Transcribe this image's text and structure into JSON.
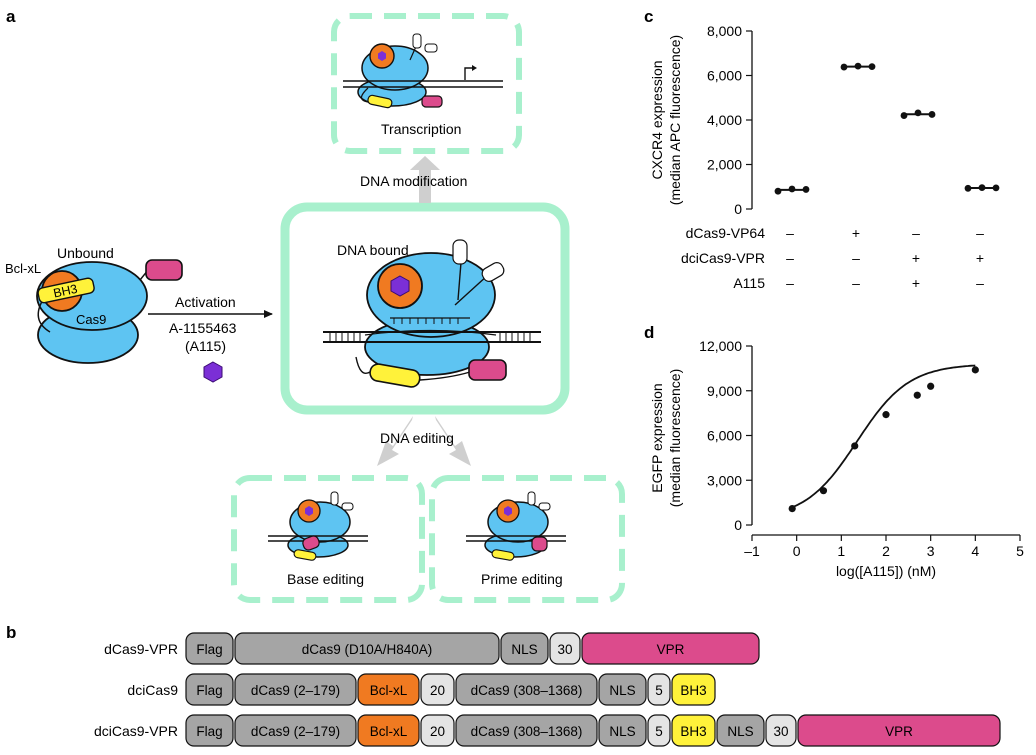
{
  "panels": {
    "a": {
      "letter": "a",
      "unbound_label": "Unbound",
      "bclxl_label": "Bcl-xL",
      "bh3_label": "BH3",
      "cas9_label": "Cas9",
      "activation_label": "Activation",
      "drug_label": "A-1155463",
      "drug_abbr": "(A115)",
      "dna_bound_label": "DNA bound",
      "dna_modification_label": "DNA modification",
      "dna_editing_label": "DNA editing",
      "transcription_label": "Transcription",
      "base_editing_label": "Base editing",
      "prime_editing_label": "Prime editing"
    },
    "b": {
      "letter": "b",
      "constructs": [
        {
          "name": "dCas9-VPR",
          "segments": [
            {
              "label": "Flag",
              "type": "gray"
            },
            {
              "label": "dCas9 (D10A/H840A)",
              "type": "gray"
            },
            {
              "label": "NLS",
              "type": "gray"
            },
            {
              "label": "30",
              "type": "light"
            },
            {
              "label": "VPR",
              "type": "vpr"
            }
          ]
        },
        {
          "name": "dciCas9",
          "segments": [
            {
              "label": "Flag",
              "type": "gray"
            },
            {
              "label": "dCas9 (2–179)",
              "type": "gray"
            },
            {
              "label": "Bcl-xL",
              "type": "bcl"
            },
            {
              "label": "20",
              "type": "light"
            },
            {
              "label": "dCas9 (308–1368)",
              "type": "gray"
            },
            {
              "label": "NLS",
              "type": "gray"
            },
            {
              "label": "5",
              "type": "light"
            },
            {
              "label": "BH3",
              "type": "bh3"
            }
          ]
        },
        {
          "name": "dciCas9-VPR",
          "segments": [
            {
              "label": "Flag",
              "type": "gray"
            },
            {
              "label": "dCas9 (2–179)",
              "type": "gray"
            },
            {
              "label": "Bcl-xL",
              "type": "bcl"
            },
            {
              "label": "20",
              "type": "light"
            },
            {
              "label": "dCas9 (308–1368)",
              "type": "gray"
            },
            {
              "label": "NLS",
              "type": "gray"
            },
            {
              "label": "5",
              "type": "light"
            },
            {
              "label": "BH3",
              "type": "bh3"
            },
            {
              "label": "NLS",
              "type": "gray"
            },
            {
              "label": "30",
              "type": "light"
            },
            {
              "label": "VPR",
              "type": "vpr"
            }
          ]
        }
      ],
      "colors": {
        "gray": "#a5a5a5",
        "light": "#e4e4e4",
        "bcl": "#f07a21",
        "bh3": "#fff23a",
        "vpr": "#dc4b8c"
      }
    }
  },
  "chart_data": [
    {
      "panel": "c",
      "type": "scatter",
      "ylabel": "CXCR4 expression",
      "ylabel2": "(median APC fluorescence)",
      "ylim": [
        0,
        8000
      ],
      "yticks": [
        "0",
        "2,000",
        "4,000",
        "6,000",
        "8,000"
      ],
      "ytick_values": [
        0,
        2000,
        4000,
        6000,
        8000
      ],
      "row_labels": [
        "dCas9-VP64",
        "dciCas9-VPR",
        "A115"
      ],
      "conditions": [
        {
          "signs": [
            "–",
            "–",
            "–"
          ],
          "values": [
            800,
            900,
            880
          ],
          "mean": 860
        },
        {
          "signs": [
            "+",
            "–",
            "–"
          ],
          "values": [
            6380,
            6420,
            6400
          ],
          "mean": 6400
        },
        {
          "signs": [
            "–",
            "+",
            "+"
          ],
          "values": [
            4200,
            4320,
            4250
          ],
          "mean": 4260
        },
        {
          "signs": [
            "–",
            "+",
            "–"
          ],
          "values": [
            930,
            960,
            950
          ],
          "mean": 945
        }
      ],
      "grid": false
    },
    {
      "panel": "d",
      "type": "scatter",
      "xlabel": "log([A115]) (nM)",
      "ylabel": "EGFP expression",
      "ylabel2": "(median fluorescence)",
      "xlim": [
        -1,
        5
      ],
      "ylim": [
        0,
        12000
      ],
      "xticks": [
        "–1",
        "0",
        "1",
        "2",
        "3",
        "4",
        "5"
      ],
      "xtick_values": [
        -1,
        0,
        1,
        2,
        3,
        4,
        5
      ],
      "yticks": [
        "0",
        "3,000",
        "6,000",
        "9,000",
        "12,000"
      ],
      "ytick_values": [
        0,
        3000,
        6000,
        9000,
        12000
      ],
      "points": [
        {
          "x": -0.1,
          "y": 1100
        },
        {
          "x": 0.6,
          "y": 2300
        },
        {
          "x": 1.3,
          "y": 5300
        },
        {
          "x": 2.0,
          "y": 7400
        },
        {
          "x": 2.7,
          "y": 8700
        },
        {
          "x": 3.0,
          "y": 9300
        },
        {
          "x": 4.0,
          "y": 10400
        }
      ],
      "fit": {
        "bottom": 400,
        "top": 10800,
        "logEC50": 1.35,
        "hill": 0.75
      },
      "grid": false
    }
  ]
}
